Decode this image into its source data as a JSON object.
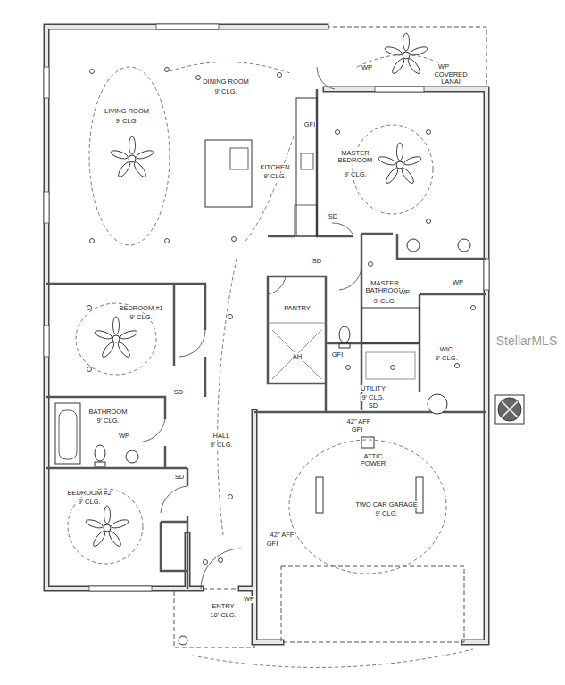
{
  "diagram": {
    "labels": [
      "LIVING ROOM",
      "9' CLG.",
      "DINING ROOM",
      "9' CLG.",
      "COVERED LANAI",
      "WP",
      "WP",
      "KITCHEN",
      "9' CLG.",
      "MASTER BEDROOM",
      "9' CLG.",
      "GFI",
      "BEDROOM #1",
      "9' CLG.",
      "PANTRY",
      "AH",
      "MASTER BATHROOM",
      "9' CLG.",
      "WP",
      "WP",
      "GFI",
      "WIC",
      "9' CLG.",
      "BATHROOM",
      "9' CLG.",
      "WP",
      "UTILITY",
      "9' CLG.",
      "42\" AFF",
      "GFI",
      "ATTIC POWER",
      "TWO CAR GARAGE",
      "9' CLG.",
      "HALL",
      "9' CLG.",
      "BEDROOM #2",
      "9' CLG.",
      "42\" AFF",
      "GFI",
      "ENTRY",
      "10' CLG.",
      "WP",
      "SD",
      "SD",
      "SD",
      "SD",
      "SD",
      "StellarMLS"
    ]
  }
}
